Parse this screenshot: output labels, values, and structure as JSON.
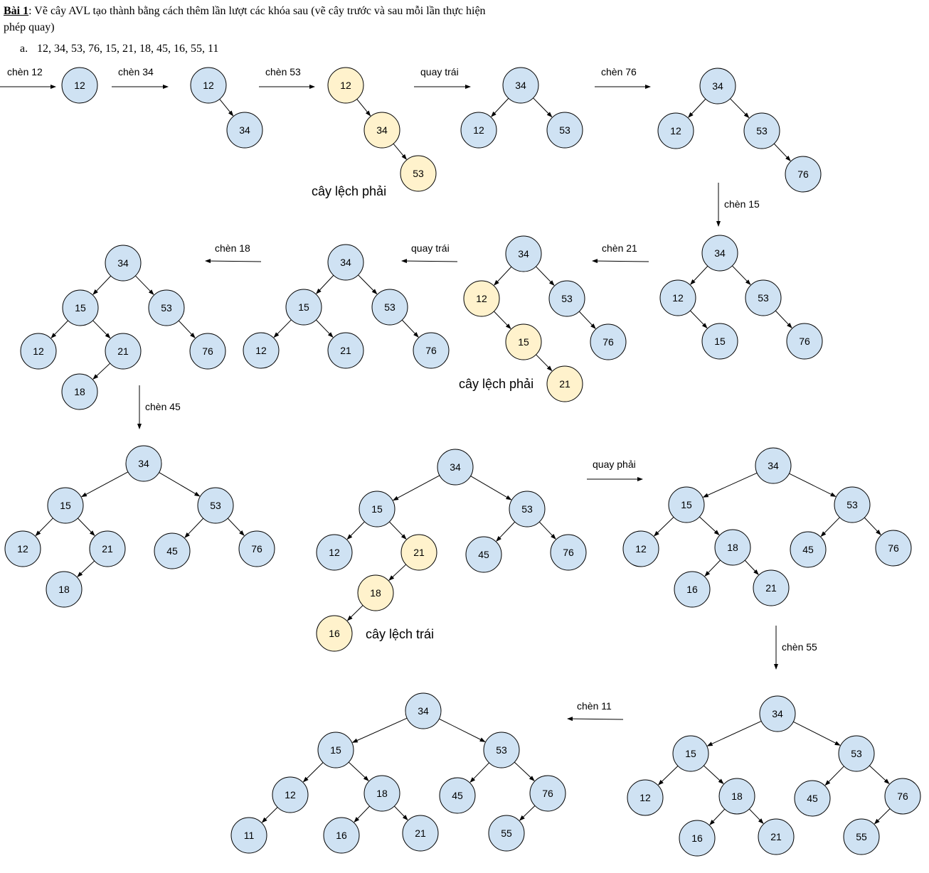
{
  "heading": {
    "bai": "Bài 1",
    "text": ": Vẽ cây AVL tạo thành bằng cách thêm lần lượt các khóa sau (vẽ cây trước và sau mỗi lần thực hiện phép quay)"
  },
  "part_a": {
    "marker": "a.",
    "keys": "12, 34, 53, 76, 15, 21, 18, 45, 16, 55, 11"
  },
  "colors": {
    "normal_fill": "#cfe2f3",
    "highlight_fill": "#fff2cc",
    "stroke": "#000000"
  },
  "labels": {
    "chen12": "chèn 12",
    "chen34": "chèn 34",
    "chen53": "chèn 53",
    "quaytrai1": "quay trái",
    "chen76": "chèn 76",
    "chen15": "chèn 15",
    "chen21": "chèn 21",
    "quaytrai2": "quay trái",
    "chen18": "chèn 18",
    "chen45": "chèn 45",
    "quayphai": "quay phải",
    "chen55": "chèn 55",
    "chen11": "chèn 11"
  },
  "captions": {
    "lech_phai_1": "cây lệch phải",
    "lech_phai_2": "cây lệch phải",
    "lech_trai": "cây lệch trái"
  },
  "trees": [
    {
      "name": "tree-after-insert-12",
      "nodes": [
        {
          "key": "12"
        }
      ],
      "edges": []
    },
    {
      "name": "tree-after-insert-34",
      "nodes": [
        {
          "key": "12"
        },
        {
          "key": "34"
        }
      ],
      "edges": [
        [
          0,
          1
        ]
      ]
    },
    {
      "name": "tree-after-insert-53-unbalanced",
      "nodes": [
        {
          "key": "12",
          "hl": true
        },
        {
          "key": "34",
          "hl": true
        },
        {
          "key": "53",
          "hl": true
        }
      ],
      "edges": [
        [
          0,
          1
        ],
        [
          1,
          2
        ]
      ]
    },
    {
      "name": "tree-after-left-rotation-1",
      "nodes": [
        {
          "key": "34"
        },
        {
          "key": "12"
        },
        {
          "key": "53"
        }
      ],
      "edges": [
        [
          0,
          1
        ],
        [
          0,
          2
        ]
      ]
    },
    {
      "name": "tree-after-insert-76",
      "nodes": [
        {
          "key": "34"
        },
        {
          "key": "12"
        },
        {
          "key": "53"
        },
        {
          "key": "76"
        }
      ],
      "edges": [
        [
          0,
          1
        ],
        [
          0,
          2
        ],
        [
          2,
          3
        ]
      ]
    },
    {
      "name": "tree-after-insert-15",
      "nodes": [
        {
          "key": "34"
        },
        {
          "key": "12"
        },
        {
          "key": "53"
        },
        {
          "key": "15"
        },
        {
          "key": "76"
        }
      ],
      "edges": [
        [
          0,
          1
        ],
        [
          0,
          2
        ],
        [
          1,
          3
        ],
        [
          2,
          4
        ]
      ]
    },
    {
      "name": "tree-after-insert-21-unbalanced",
      "nodes": [
        {
          "key": "34"
        },
        {
          "key": "12",
          "hl": true
        },
        {
          "key": "53"
        },
        {
          "key": "15",
          "hl": true
        },
        {
          "key": "76"
        },
        {
          "key": "21",
          "hl": true
        }
      ],
      "edges": [
        [
          0,
          1
        ],
        [
          0,
          2
        ],
        [
          1,
          3
        ],
        [
          2,
          4
        ],
        [
          3,
          5
        ]
      ]
    },
    {
      "name": "tree-after-left-rotation-2",
      "nodes": [
        {
          "key": "34"
        },
        {
          "key": "15"
        },
        {
          "key": "53"
        },
        {
          "key": "12"
        },
        {
          "key": "21"
        },
        {
          "key": "76"
        }
      ],
      "edges": [
        [
          0,
          1
        ],
        [
          0,
          2
        ],
        [
          1,
          3
        ],
        [
          1,
          4
        ],
        [
          2,
          5
        ]
      ]
    },
    {
      "name": "tree-after-insert-18",
      "nodes": [
        {
          "key": "34"
        },
        {
          "key": "15"
        },
        {
          "key": "53"
        },
        {
          "key": "12"
        },
        {
          "key": "21"
        },
        {
          "key": "76"
        },
        {
          "key": "18"
        }
      ],
      "edges": [
        [
          0,
          1
        ],
        [
          0,
          2
        ],
        [
          1,
          3
        ],
        [
          1,
          4
        ],
        [
          2,
          5
        ],
        [
          4,
          6
        ]
      ]
    },
    {
      "name": "tree-after-insert-45",
      "nodes": [
        {
          "key": "34"
        },
        {
          "key": "15"
        },
        {
          "key": "53"
        },
        {
          "key": "12"
        },
        {
          "key": "21"
        },
        {
          "key": "45"
        },
        {
          "key": "76"
        },
        {
          "key": "18"
        }
      ],
      "edges": [
        [
          0,
          1
        ],
        [
          0,
          2
        ],
        [
          1,
          3
        ],
        [
          1,
          4
        ],
        [
          2,
          5
        ],
        [
          2,
          6
        ],
        [
          4,
          7
        ]
      ]
    },
    {
      "name": "tree-after-insert-16-unbalanced",
      "nodes": [
        {
          "key": "34"
        },
        {
          "key": "15"
        },
        {
          "key": "53"
        },
        {
          "key": "12"
        },
        {
          "key": "21",
          "hl": true
        },
        {
          "key": "45"
        },
        {
          "key": "76"
        },
        {
          "key": "18",
          "hl": true
        },
        {
          "key": "16",
          "hl": true
        }
      ],
      "edges": [
        [
          0,
          1
        ],
        [
          0,
          2
        ],
        [
          1,
          3
        ],
        [
          1,
          4
        ],
        [
          2,
          5
        ],
        [
          2,
          6
        ],
        [
          4,
          7
        ],
        [
          7,
          8
        ]
      ]
    },
    {
      "name": "tree-after-right-rotation",
      "nodes": [
        {
          "key": "34"
        },
        {
          "key": "15"
        },
        {
          "key": "53"
        },
        {
          "key": "12"
        },
        {
          "key": "18"
        },
        {
          "key": "45"
        },
        {
          "key": "76"
        },
        {
          "key": "16"
        },
        {
          "key": "21"
        }
      ],
      "edges": [
        [
          0,
          1
        ],
        [
          0,
          2
        ],
        [
          1,
          3
        ],
        [
          1,
          4
        ],
        [
          2,
          5
        ],
        [
          2,
          6
        ],
        [
          4,
          7
        ],
        [
          4,
          8
        ]
      ]
    },
    {
      "name": "tree-after-insert-55",
      "nodes": [
        {
          "key": "34"
        },
        {
          "key": "15"
        },
        {
          "key": "53"
        },
        {
          "key": "12"
        },
        {
          "key": "18"
        },
        {
          "key": "45"
        },
        {
          "key": "76"
        },
        {
          "key": "16"
        },
        {
          "key": "21"
        },
        {
          "key": "55"
        }
      ],
      "edges": [
        [
          0,
          1
        ],
        [
          0,
          2
        ],
        [
          1,
          3
        ],
        [
          1,
          4
        ],
        [
          2,
          5
        ],
        [
          2,
          6
        ],
        [
          4,
          7
        ],
        [
          4,
          8
        ],
        [
          6,
          9
        ]
      ]
    },
    {
      "name": "tree-after-insert-11",
      "nodes": [
        {
          "key": "34"
        },
        {
          "key": "15"
        },
        {
          "key": "53"
        },
        {
          "key": "12"
        },
        {
          "key": "18"
        },
        {
          "key": "45"
        },
        {
          "key": "76"
        },
        {
          "key": "11"
        },
        {
          "key": "16"
        },
        {
          "key": "21"
        },
        {
          "key": "55"
        }
      ],
      "edges": [
        [
          0,
          1
        ],
        [
          0,
          2
        ],
        [
          1,
          3
        ],
        [
          1,
          4
        ],
        [
          2,
          5
        ],
        [
          2,
          6
        ],
        [
          3,
          7
        ],
        [
          4,
          8
        ],
        [
          4,
          9
        ],
        [
          6,
          10
        ]
      ]
    }
  ]
}
